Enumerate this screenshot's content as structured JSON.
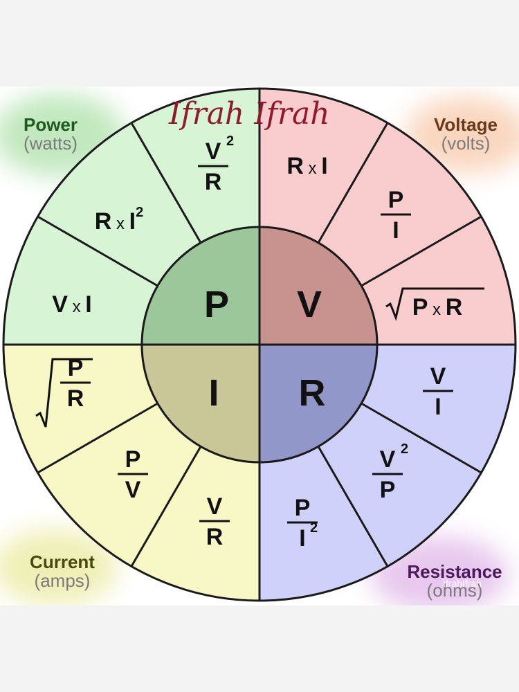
{
  "corners": {
    "power": {
      "name": "Power",
      "unit": "(watts)"
    },
    "voltage": {
      "name": "Voltage",
      "unit": "(volts)"
    },
    "current": {
      "name": "Current",
      "unit": "(amps)"
    },
    "resistance": {
      "name": "Resistance",
      "unit": "(ohms)"
    }
  },
  "watermark": {
    "signature": "Ifrah Ifrah",
    "small": "IfrahIfrah"
  },
  "center": {
    "P": "P",
    "V": "V",
    "I": "I",
    "R": "R"
  },
  "colors": {
    "power_outer": "#d7f5d5",
    "power_inner": "#9cc79a",
    "voltage_outer": "#f9cdcd",
    "voltage_inner": "#c8928e",
    "current_outer": "#f8f7c6",
    "current_inner": "#c9c798",
    "resistance_outer": "#cfd1fb",
    "resistance_inner": "#9197c9",
    "line": "#1a1a1a"
  },
  "formulas": {
    "power": {
      "v2_over_r": {
        "num": "V",
        "exp": "2",
        "den": "R"
      },
      "r_times_i2": {
        "a": "R",
        "x": "x",
        "b": "I",
        "exp": "2"
      },
      "v_times_i": {
        "a": "V",
        "x": "x",
        "b": "I"
      }
    },
    "voltage": {
      "r_times_i": {
        "a": "R",
        "x": "x",
        "b": "I"
      },
      "p_over_i": {
        "num": "P",
        "den": "I"
      },
      "sqrt_p_times_r": {
        "a": "P",
        "x": "x",
        "b": "R"
      }
    },
    "current": {
      "sqrt_p_over_r": {
        "num": "P",
        "den": "R"
      },
      "p_over_v": {
        "num": "P",
        "den": "V"
      },
      "v_over_r": {
        "num": "V",
        "den": "R"
      }
    },
    "resistance": {
      "v_over_i": {
        "num": "V",
        "den": "I"
      },
      "v2_over_p": {
        "num": "V",
        "exp": "2",
        "den": "P"
      },
      "p_over_i2": {
        "num": "P",
        "den": "I",
        "exp": "2"
      }
    }
  }
}
